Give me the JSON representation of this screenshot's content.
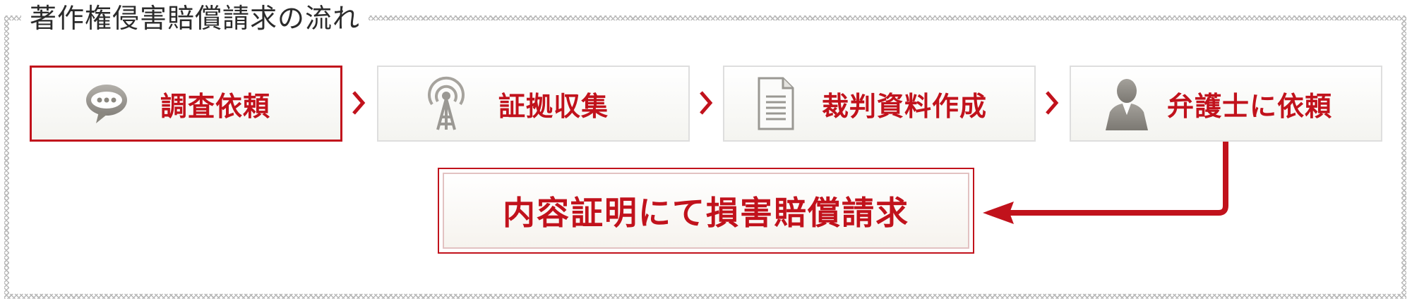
{
  "title": "著作権侵害賠償請求の流れ",
  "steps": [
    {
      "label": "調査依頼",
      "icon": "speech-bubble-icon",
      "active": true
    },
    {
      "label": "証拠収集",
      "icon": "antenna-tower-icon",
      "active": false
    },
    {
      "label": "裁判資料作成",
      "icon": "document-icon",
      "active": false
    },
    {
      "label": "弁護士に依頼",
      "icon": "person-icon",
      "active": false
    }
  ],
  "result": {
    "label": "内容証明にて損害賠償請求"
  },
  "colors": {
    "accent": "#c1121c",
    "title": "#2b2b2b",
    "icon": "#9a9893"
  }
}
